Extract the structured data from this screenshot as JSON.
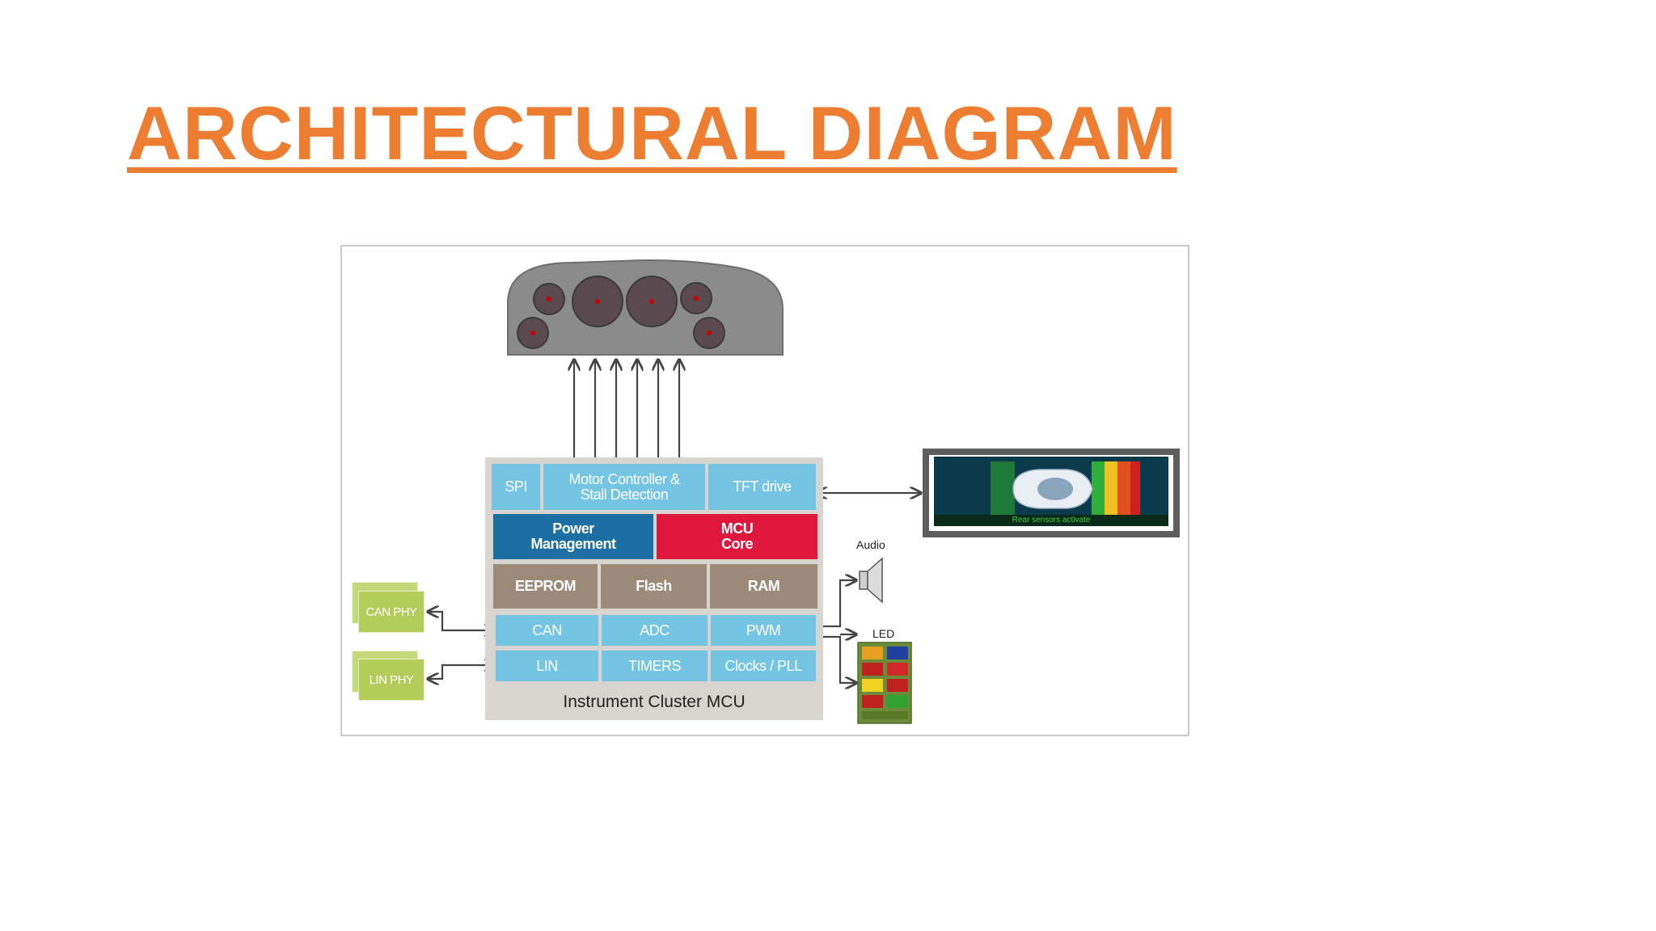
{
  "slide": {
    "title": "ARCHITECTURAL DIAGRAM"
  },
  "diagram": {
    "mcu_label": "Instrument Cluster MCU",
    "blocks": {
      "spi": "SPI",
      "motor_controller": "Motor Controller &\nStall Detection",
      "tft_drive": "TFT drive",
      "power_management": "Power\nManagement",
      "mcu_core": "MCU\nCore",
      "eeprom": "EEPROM",
      "flash": "Flash",
      "ram": "RAM",
      "can": "CAN",
      "adc": "ADC",
      "pwm": "PWM",
      "lin": "LIN",
      "timers": "TIMERS",
      "clocks_pll": "Clocks / PLL"
    },
    "peripherals": {
      "can_phy": "CAN PHY",
      "lin_phy": "LIN PHY",
      "audio": "Audio",
      "led": "LED",
      "display_caption": "Rear sensors activate"
    },
    "colors": {
      "title": "#ed7d31",
      "light_blue": "#74c5e4",
      "dark_blue": "#1c6fa3",
      "red": "#e0173d",
      "tan": "#9c8a78",
      "phy_green": "#b3cc5a"
    }
  }
}
